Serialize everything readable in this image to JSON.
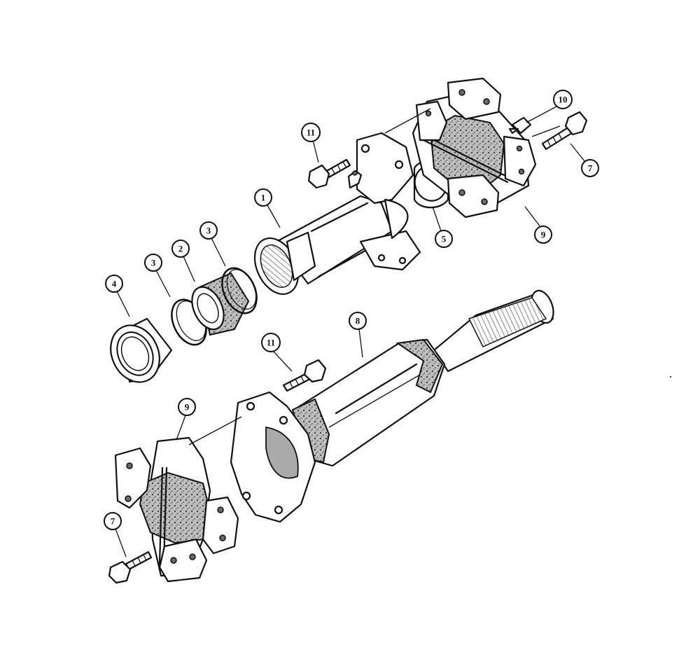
{
  "callouts": [
    {
      "id": "c1",
      "label": "1"
    },
    {
      "id": "c2",
      "label": "2"
    },
    {
      "id": "c3a",
      "label": "3"
    },
    {
      "id": "c3b",
      "label": "3"
    },
    {
      "id": "c4",
      "label": "4"
    },
    {
      "id": "c5",
      "label": "5"
    },
    {
      "id": "c7a",
      "label": "7"
    },
    {
      "id": "c7b",
      "label": "7"
    },
    {
      "id": "c8",
      "label": "8"
    },
    {
      "id": "c9a",
      "label": "9"
    },
    {
      "id": "c9b",
      "label": "9"
    },
    {
      "id": "c10",
      "label": "10"
    },
    {
      "id": "c11a",
      "label": "11"
    },
    {
      "id": "c11b",
      "label": "11"
    }
  ]
}
